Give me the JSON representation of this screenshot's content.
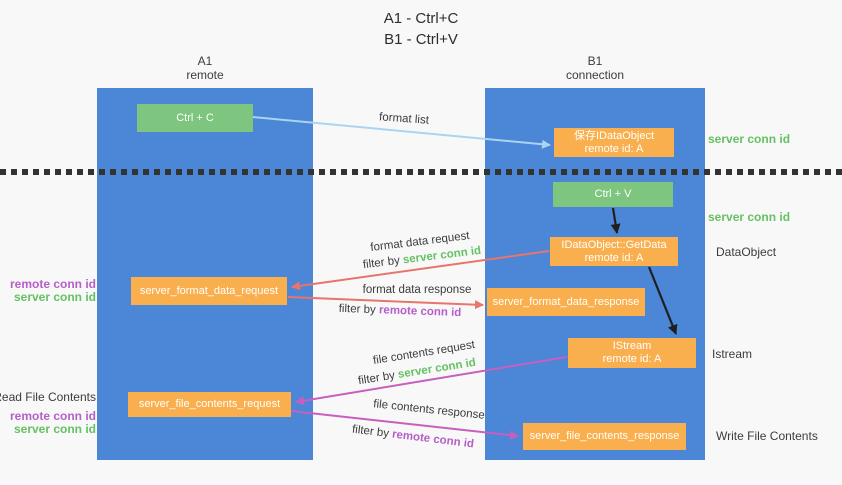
{
  "title": {
    "line1": "A1 - Ctrl+C",
    "line2": "B1 - Ctrl+V"
  },
  "lanes": {
    "left": {
      "name": "A1",
      "role": "remote"
    },
    "right": {
      "name": "B1",
      "role": "connection"
    }
  },
  "boxes": {
    "ctrl_c": {
      "label": "Ctrl + C"
    },
    "save_idataobject": {
      "line1": "保存IDataObject",
      "line2": "remote id: A"
    },
    "ctrl_v": {
      "label": "Ctrl + V"
    },
    "getdata": {
      "line1": "IDataObject::GetData",
      "line2": "remote id: A"
    },
    "format_request": {
      "label": "server_format_data_request"
    },
    "format_response": {
      "label": "server_format_data_response"
    },
    "istream": {
      "line1": "IStream",
      "line2": "remote id: A"
    },
    "file_request": {
      "label": "server_file_contents_request"
    },
    "file_response": {
      "label": "server_file_contents_response"
    }
  },
  "flow_labels": {
    "format_list": "format list",
    "format_data_request": "format data request",
    "format_data_response": "format data response",
    "file_contents_request": "file contents request",
    "file_contents_response": "file contents response",
    "filter_by": "filter by",
    "server_conn_id": "server conn id",
    "remote_conn_id": "remote conn id"
  },
  "side_labels": {
    "server_conn_id": "server conn id",
    "remote_conn_id": "remote conn id",
    "dataobject": "DataObject",
    "istream": "Istream",
    "read_file_contents": "Read File Contents",
    "write_file_contents": "Write File Contents"
  },
  "colors": {
    "lane_blue": "#4b86d7",
    "box_green": "#7ec57f",
    "box_orange": "#f9af4d",
    "arrow_red": "#e8756a",
    "arrow_magenta": "#c75fc0",
    "arrow_light_blue": "#aad4f2",
    "arrow_black": "#1f1f1f",
    "text_green": "#64c164",
    "text_purple": "#b55fc9"
  }
}
